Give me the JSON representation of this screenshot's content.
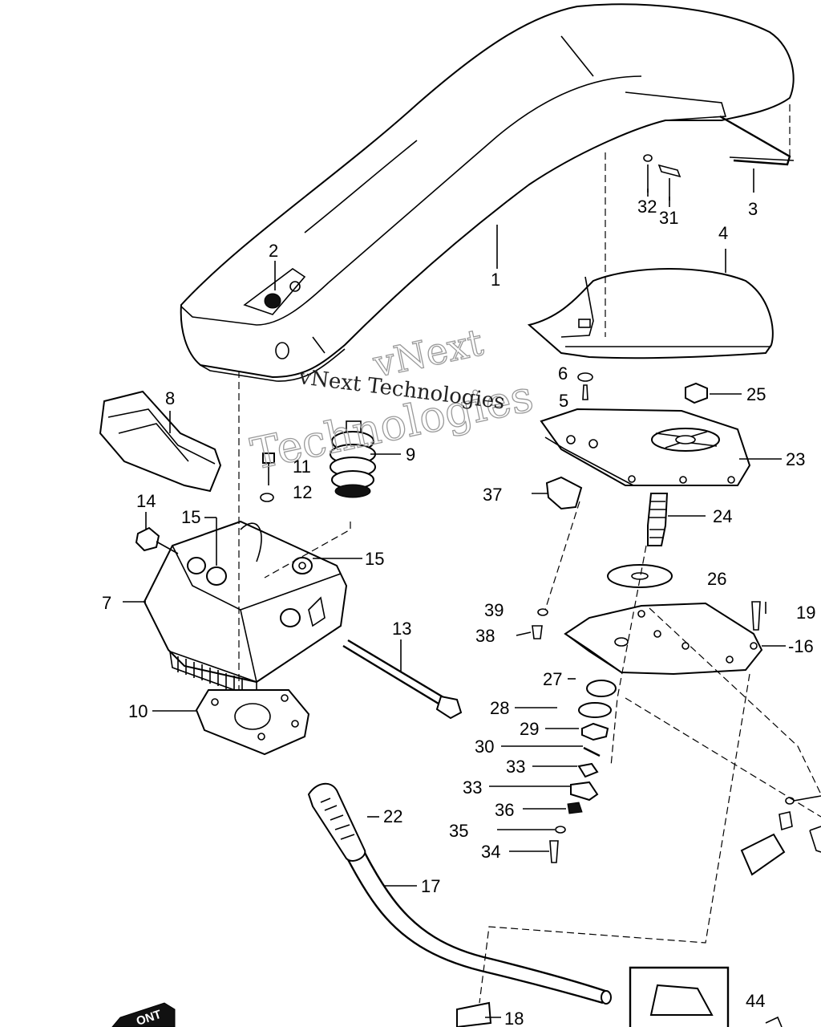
{
  "watermark": {
    "line_main": "vNext Technologies",
    "line_outline_1": "vNext",
    "line_outline_2": "Technologies"
  },
  "callouts": {
    "n1": "1",
    "n2": "2",
    "n3": "3",
    "n4": "4",
    "n5": "5",
    "n6": "6",
    "n7": "7",
    "n8": "8",
    "n9": "9",
    "n10": "10",
    "n11": "11",
    "n12": "12",
    "n13": "13",
    "n14": "14",
    "n15a": "15",
    "n15b": "15",
    "n16": "-16",
    "n17": "17",
    "n18": "18",
    "n19": "19",
    "n22": "22",
    "n23": "23",
    "n24": "24",
    "n25": "25",
    "n26": "26",
    "n27": "27",
    "n28": "28",
    "n29": "29",
    "n30": "30",
    "n31": "31",
    "n32": "32",
    "n33a": "33",
    "n33b": "33",
    "n34": "34",
    "n35": "35",
    "n36": "36",
    "n37": "37",
    "n38": "38",
    "n39": "39",
    "n44": "44"
  },
  "corner_badge": "ONT"
}
